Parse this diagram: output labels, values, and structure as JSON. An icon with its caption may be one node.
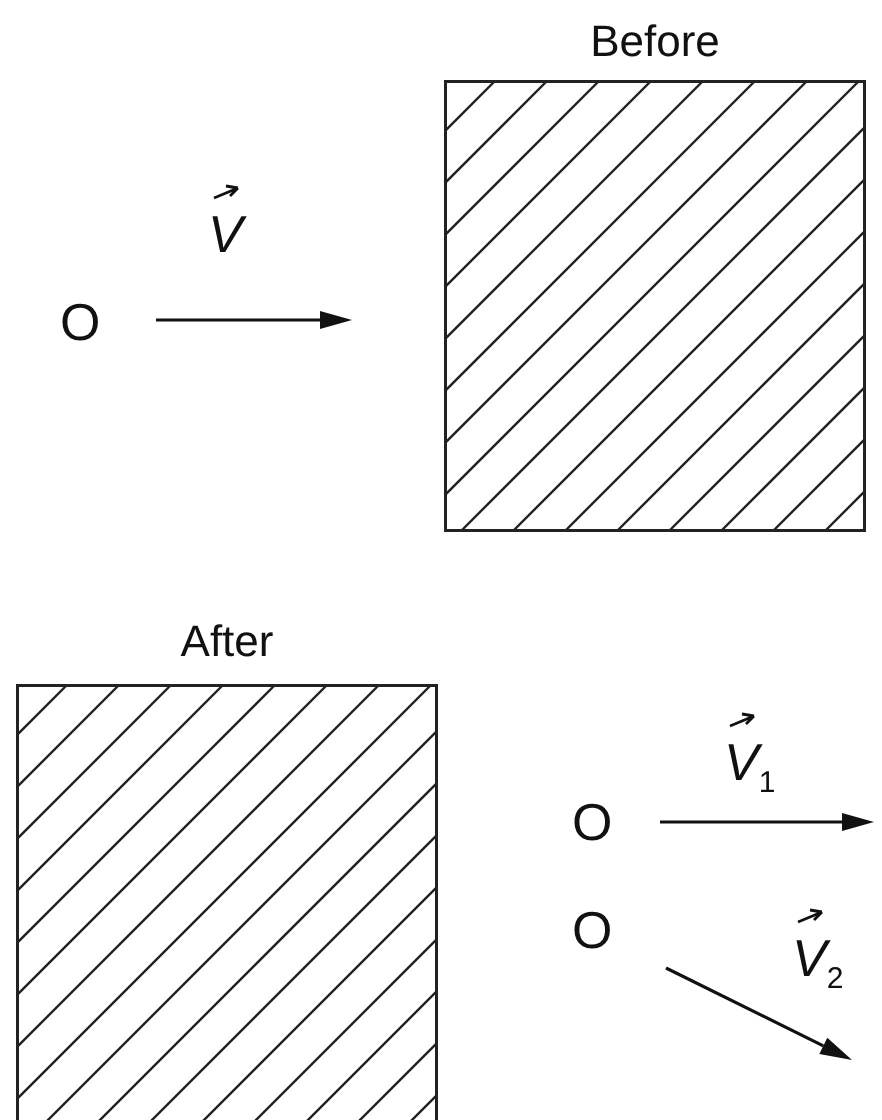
{
  "diagram": {
    "nodes": [
      {
        "text": [
          "Before"
        ]
      },
      {
        "text": [
          "After"
        ]
      }
    ],
    "labels": [
      "V",
      "O",
      "V$_{1}$",
      "O",
      "V$_{2}$",
      "O"
    ]
  }
}
